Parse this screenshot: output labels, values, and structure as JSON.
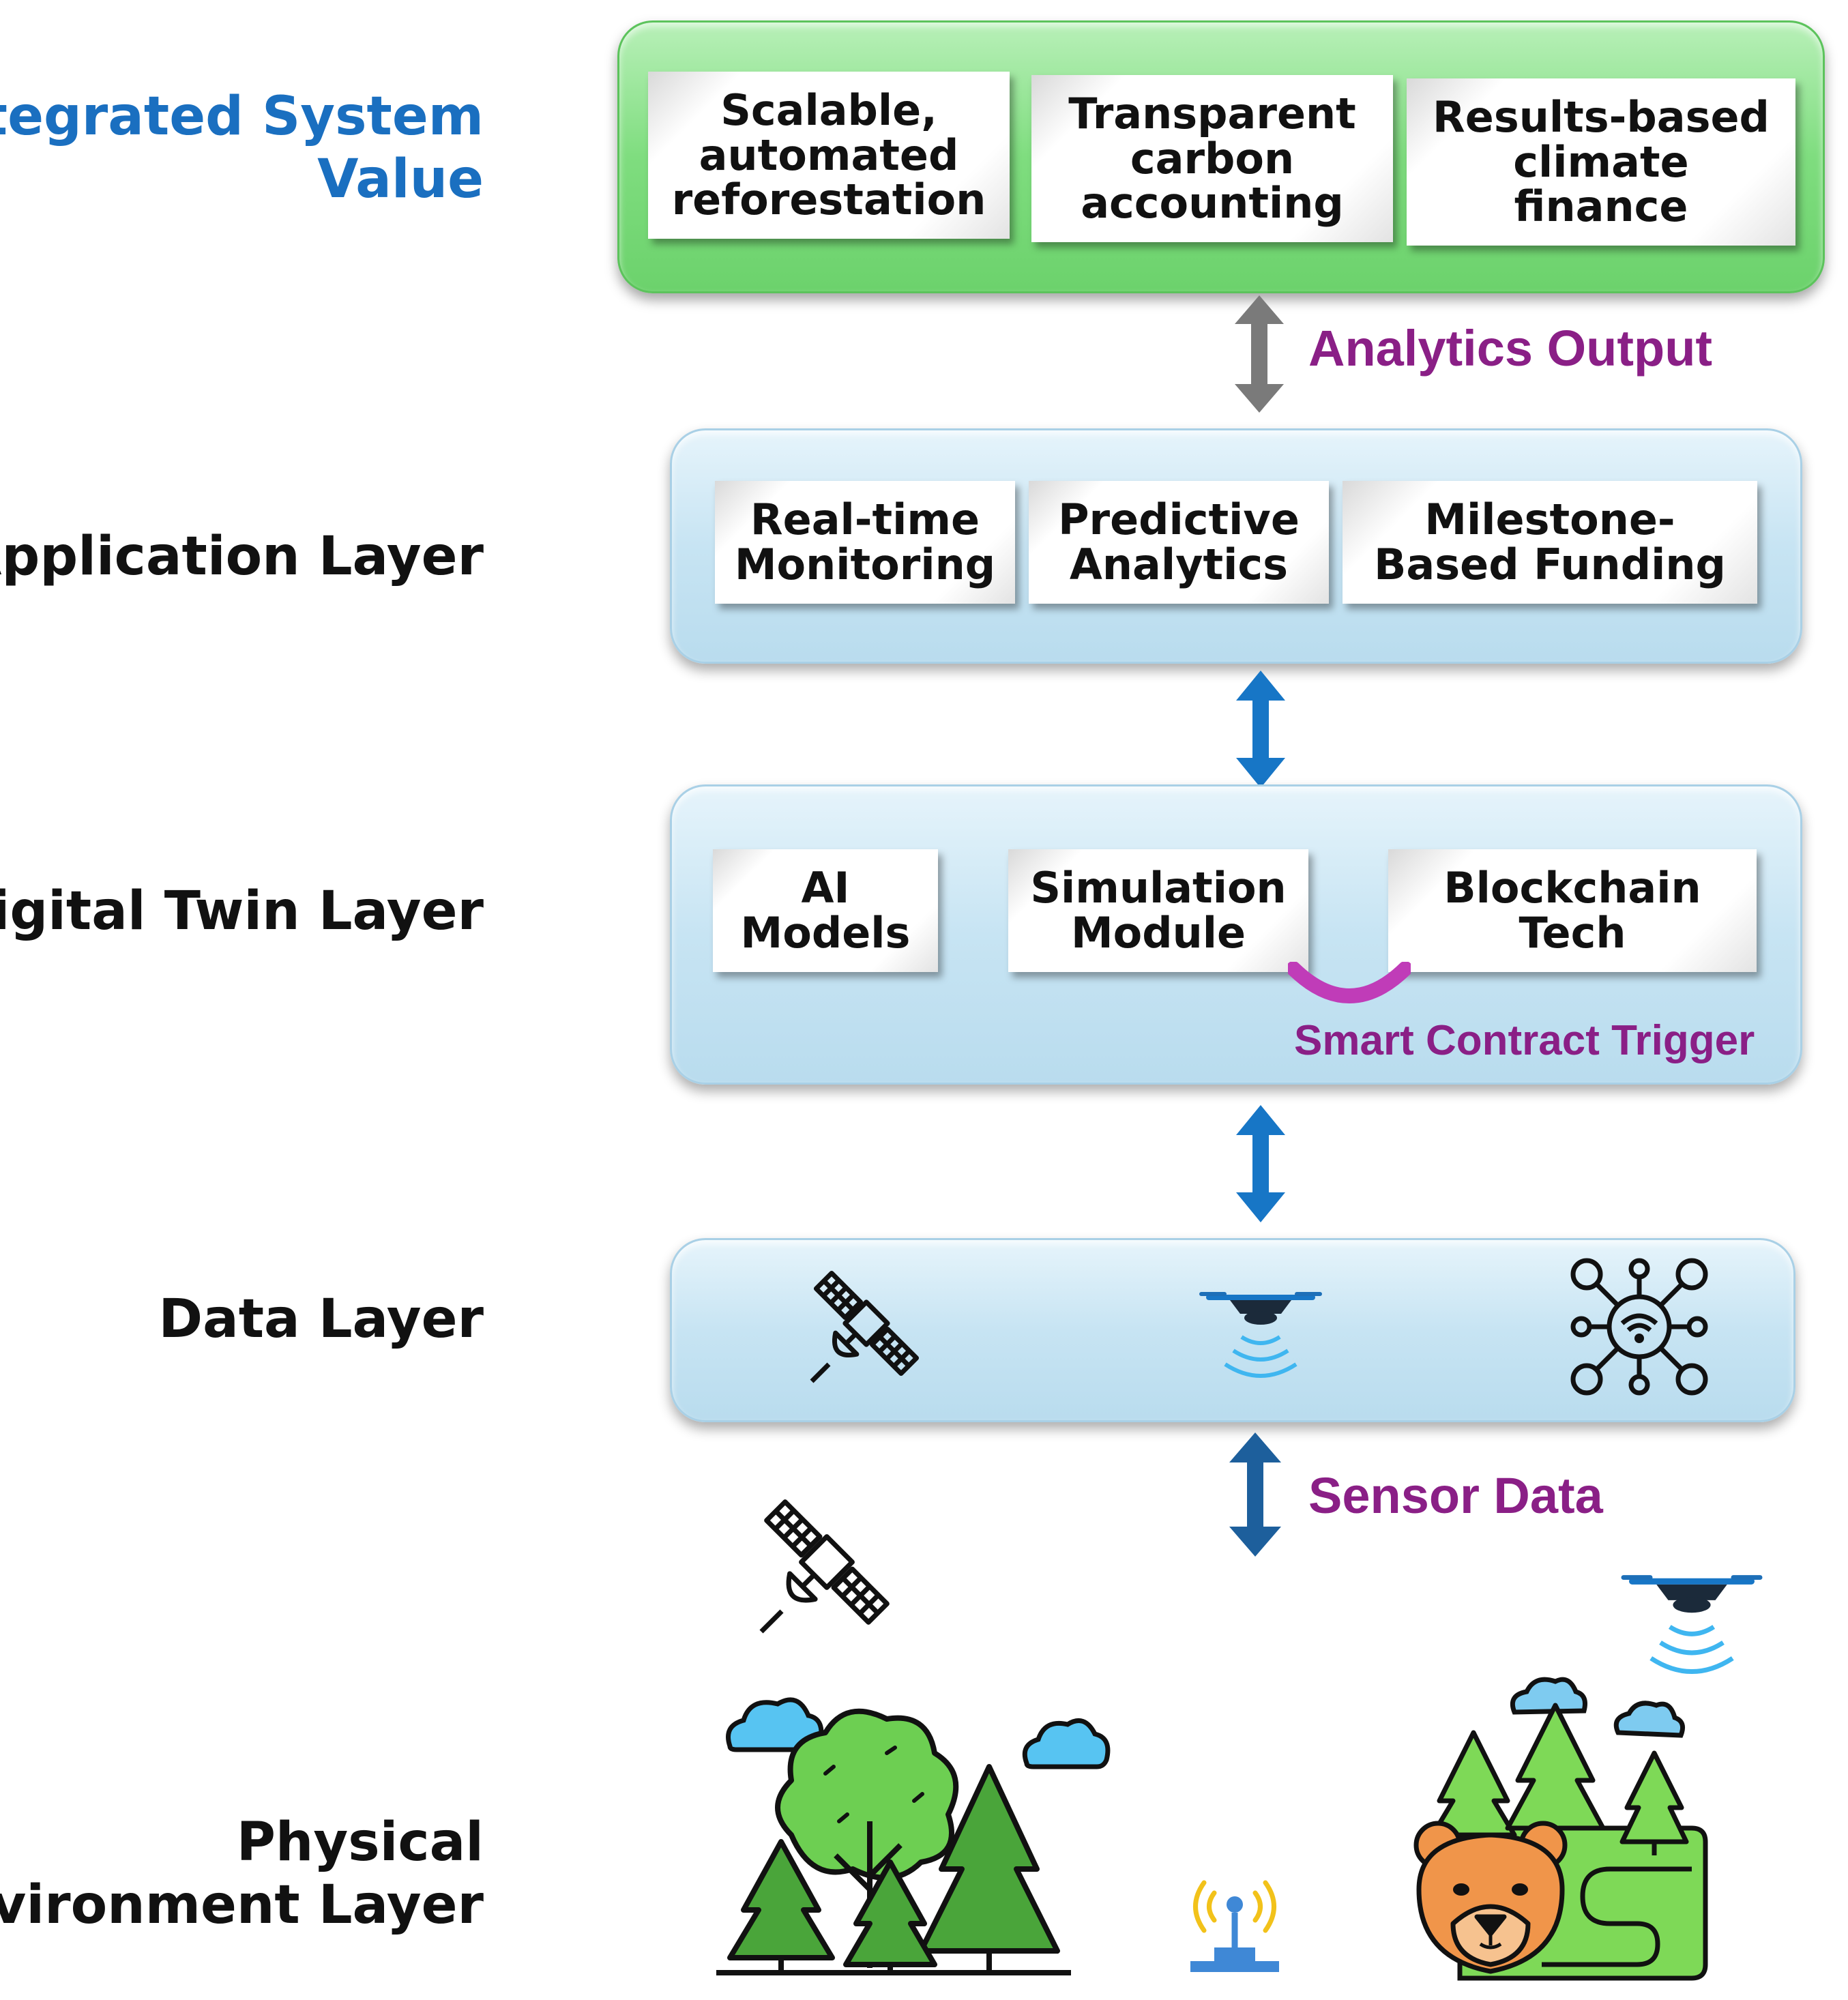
{
  "layers": {
    "value": {
      "label_line1": "Integrated System",
      "label_line2": "Value"
    },
    "application": {
      "label": "Application Layer"
    },
    "digital_twin": {
      "label": "Digital Twin Layer"
    },
    "data": {
      "label": "Data Layer"
    },
    "physical": {
      "label_line1": "Physical",
      "label_line2": "Environment Layer"
    }
  },
  "value_cards": [
    {
      "line1": "Scalable,",
      "line2": "automated",
      "line3": "reforestation"
    },
    {
      "line1": "Transparent",
      "line2": "carbon",
      "line3": "accounting"
    },
    {
      "line1": "Results-based",
      "line2": "climate",
      "line3": "finance"
    }
  ],
  "application_cards": [
    {
      "line1": "Real-time",
      "line2": "Monitoring"
    },
    {
      "line1": "Predictive",
      "line2": "Analytics"
    },
    {
      "line1": "Milestone-",
      "line2": "Based Funding"
    }
  ],
  "twin_cards": [
    {
      "line1": "AI",
      "line2": "Models"
    },
    {
      "line1": "Simulation",
      "line2": "Module"
    },
    {
      "line1": "Blockchain",
      "line2": "Tech"
    }
  ],
  "flows": {
    "analytics_output": "Analytics Output",
    "smart_contract": "Smart Contract Trigger",
    "sensor_data": "Sensor Data"
  },
  "colors": {
    "label_blue": "#1a6fc0",
    "flow_purple": "#8a1f86",
    "arrow_blue": "#1776c6",
    "arrow_gray": "#7a7a7a",
    "panel_green": "#7fdd7f",
    "panel_blue": "#c7e4f3"
  },
  "icons": {
    "data_layer": [
      "satellite-icon",
      "drone-icon",
      "iot-network-icon"
    ],
    "physical_layer": [
      "satellite-icon",
      "drone-icon",
      "cloud-icon",
      "forest-icon",
      "radio-sensor-icon",
      "bear-forest-icon"
    ]
  }
}
